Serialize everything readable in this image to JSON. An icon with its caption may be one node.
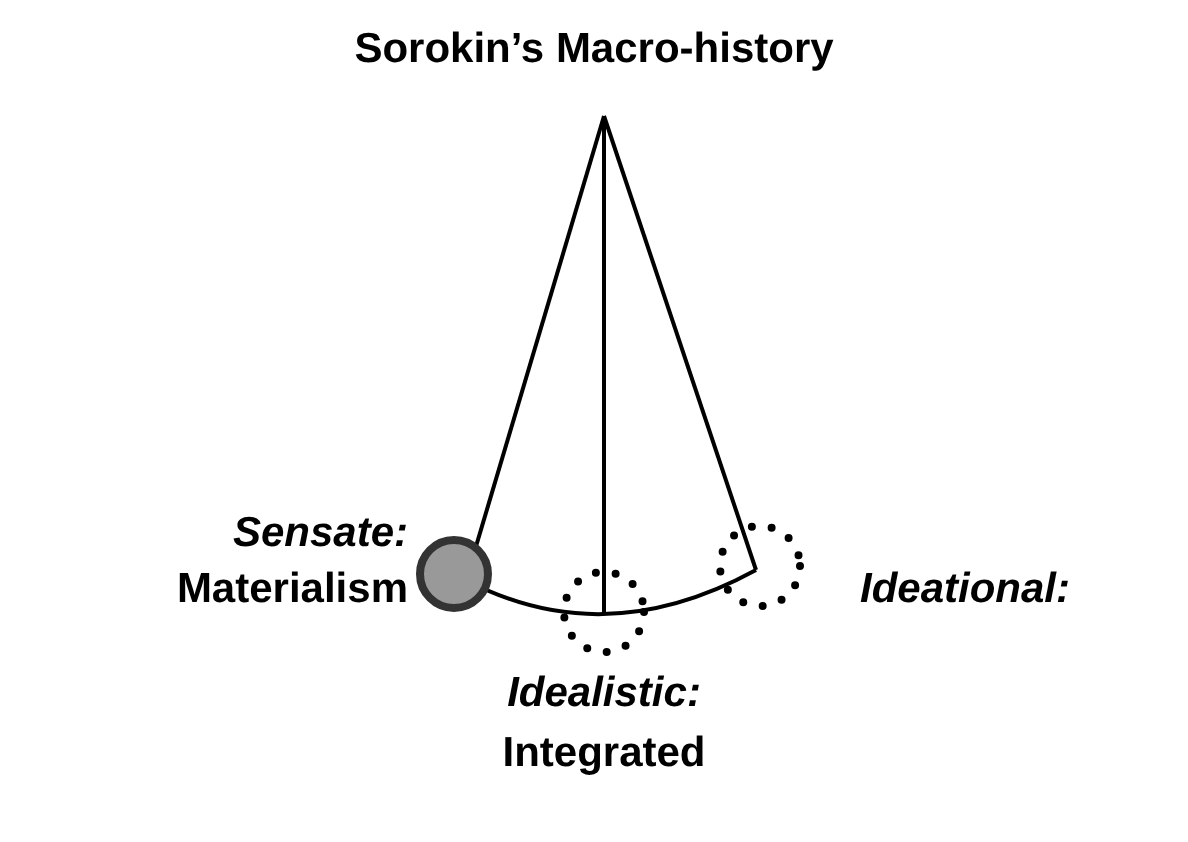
{
  "diagram": {
    "title": "Sorokin’s Macro-history",
    "nodes": [
      {
        "text": [],
        "shape": "circle",
        "beside": [
          "Sensate:",
          "Materialism"
        ]
      },
      {
        "text": [],
        "shape": "circle",
        "beside": [
          "Idealistic:",
          "Integrated"
        ]
      },
      {
        "text": [],
        "shape": "circle",
        "beside": [
          "Ideational:"
        ]
      }
    ]
  }
}
